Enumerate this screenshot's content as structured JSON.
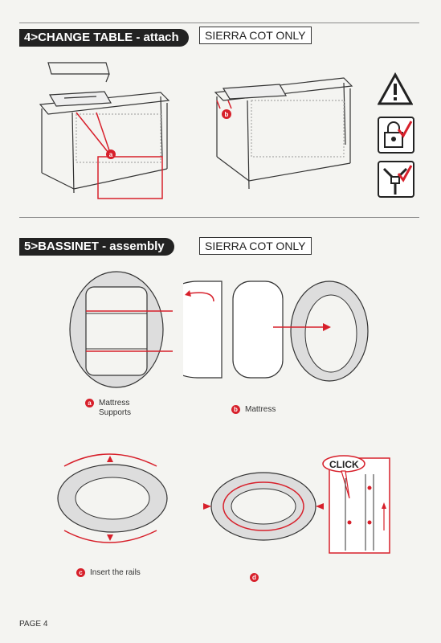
{
  "section4": {
    "title": "4>CHANGE TABLE - attach",
    "badge": "SIERRA COT ONLY",
    "step_a": "a",
    "step_b": "b"
  },
  "section5": {
    "title": "5>BASSINET - assembly",
    "badge": "SIERRA COT ONLY",
    "captions": {
      "a_marker": "a",
      "a_line1": "Mattress",
      "a_line2": "Supports",
      "b_marker": "b",
      "b_text": "Mattress",
      "c_marker": "c",
      "c_text": "Insert the rails",
      "d_marker": "d"
    },
    "click_label": "CLICK"
  },
  "page_label": "PAGE 4",
  "icons": [
    "warning-icon",
    "padlock-check-icon",
    "harness-check-icon"
  ],
  "colors": {
    "accent": "#d7202b",
    "header_bg": "#222222",
    "page_bg": "#f4f4f1"
  }
}
